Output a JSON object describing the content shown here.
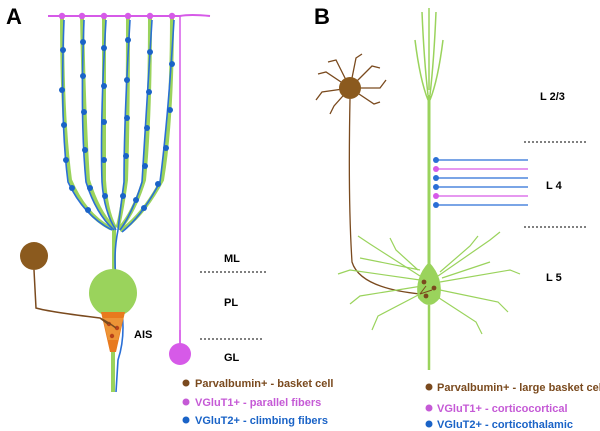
{
  "panel_a": {
    "letter": "A",
    "layers": {
      "ml": "ML",
      "pl": "PL",
      "gl": "GL"
    },
    "ais_label": "AIS",
    "legend": [
      {
        "text": "Parvalbumin+ - basket cell",
        "color": "#7a4a1e"
      },
      {
        "text": "VGluT1+ - parallel fibers",
        "color": "#c55ad6"
      },
      {
        "text": "VGluT2+ - climbing fibers",
        "color": "#1a63c7"
      }
    ]
  },
  "panel_b": {
    "letter": "B",
    "layers": {
      "l23": "L 2/3",
      "l4": "L 4",
      "l5": "L 5"
    },
    "legend": [
      {
        "text": "Parvalbumin+ - large basket cell",
        "color": "#7a4a1e"
      },
      {
        "text": "VGluT1+ - corticocortical",
        "color": "#c55ad6"
      },
      {
        "text": "VGluT2+ - corticothalamic",
        "color": "#1a63c7"
      }
    ]
  },
  "colors": {
    "neuron_green": "#9ad35c",
    "basket_brown": "#7a4a1e",
    "vglut1_magenta": "#d65ae8",
    "vglut2_blue": "#2a6fd6",
    "ais_orange": "#e87a1e"
  }
}
